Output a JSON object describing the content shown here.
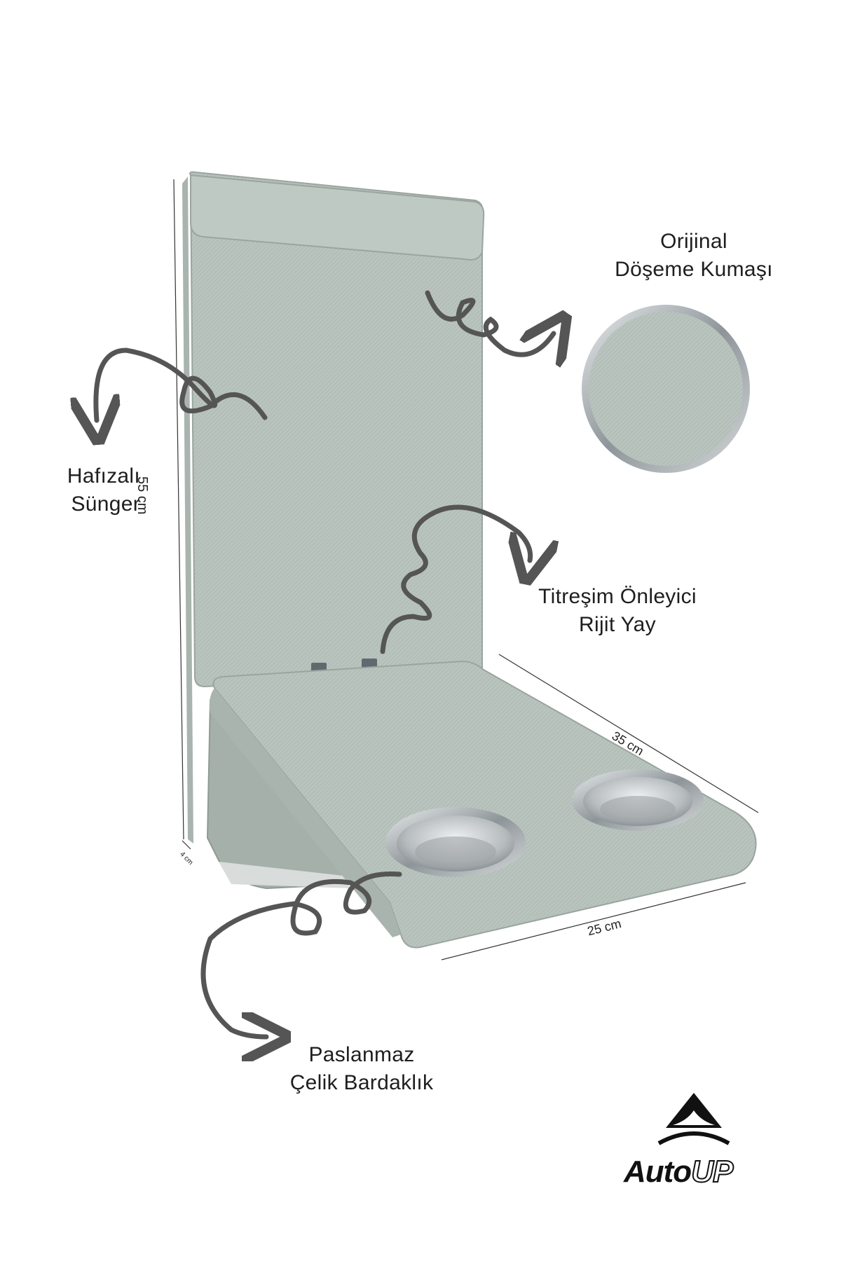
{
  "callouts": {
    "fabric": {
      "line1": "Orijinal",
      "line2": "Döşeme Kumaşı"
    },
    "foam": {
      "line1": "Hafızalı",
      "line2": "Sünger"
    },
    "spring": {
      "line1": "Titreşim Önleyici",
      "line2": "Rijit Yay"
    },
    "cupholder": {
      "line1": "Paslanmaz",
      "line2": "Çelik Bardaklık"
    }
  },
  "dimensions": {
    "height": "55 cm",
    "depth": "35 cm",
    "width": "25 cm",
    "thickness": "4 cm"
  },
  "brand": {
    "part1": "Auto",
    "part2": "UP"
  },
  "colors": {
    "fabric": "#b9c4be",
    "fabric_shadow": "#a5b0aa",
    "arrow": "#555555",
    "steel": "#c9ccce"
  }
}
